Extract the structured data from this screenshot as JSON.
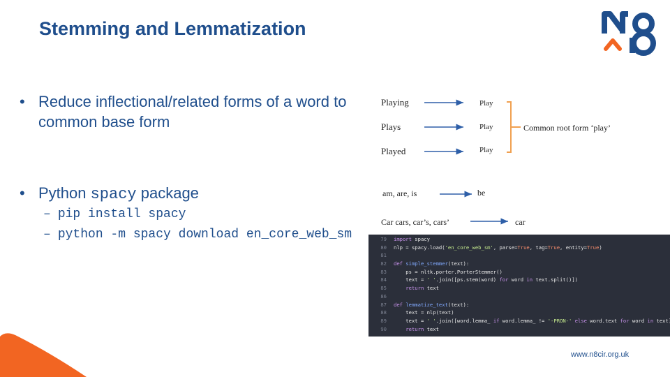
{
  "slide": {
    "title": "Stemming and Lemmatization",
    "bullet1": "Reduce inflectional/related forms of a word to common base form",
    "bullet2_pre": "Python ",
    "bullet2_code": "spacy",
    "bullet2_post": " package",
    "sub1": "pip install spacy",
    "sub2": "python -m spacy download en_core_web_sm",
    "footer_url": "www.n8cir.org.uk",
    "logo_text": "N8",
    "bullet_glyph": "•",
    "sub_glyph": "–"
  },
  "diagram": {
    "inputs": [
      "Playing",
      "Plays",
      "Played"
    ],
    "outputs": [
      "Play",
      "Play",
      "Play"
    ],
    "root_label": "Common root form ‘play’",
    "be_input": "am, are, is",
    "be_output": "be",
    "car_input": "Car cars, car’s, cars’",
    "car_output": "car"
  },
  "code": {
    "lines": [
      {
        "n": "79",
        "t": "import spacy"
      },
      {
        "n": "80",
        "t": "nlp = spacy.load('en_core_web_sm', parse=True, tag=True, entity=True)"
      },
      {
        "n": "81",
        "t": ""
      },
      {
        "n": "82",
        "t": "def simple_stemmer(text):"
      },
      {
        "n": "83",
        "t": "    ps = nltk.porter.PorterStemmer()"
      },
      {
        "n": "84",
        "t": "    text = ' '.join([ps.stem(word) for word in text.split()])"
      },
      {
        "n": "85",
        "t": "    return text"
      },
      {
        "n": "86",
        "t": ""
      },
      {
        "n": "87",
        "t": "def lemmatize_text(text):"
      },
      {
        "n": "88",
        "t": "    text = nlp(text)"
      },
      {
        "n": "89",
        "t": "    text = ' '.join([word.lemma_ if word.lemma_ != '-PRON-' else word.text for word in text])"
      },
      {
        "n": "90",
        "t": "    return text"
      }
    ]
  },
  "colors": {
    "title": "#1f4e8c",
    "logo_blue": "#1f4e8c",
    "logo_orange": "#f26522",
    "diagram_arrow": "#2e5fa8",
    "bracket": "#f0a050"
  }
}
